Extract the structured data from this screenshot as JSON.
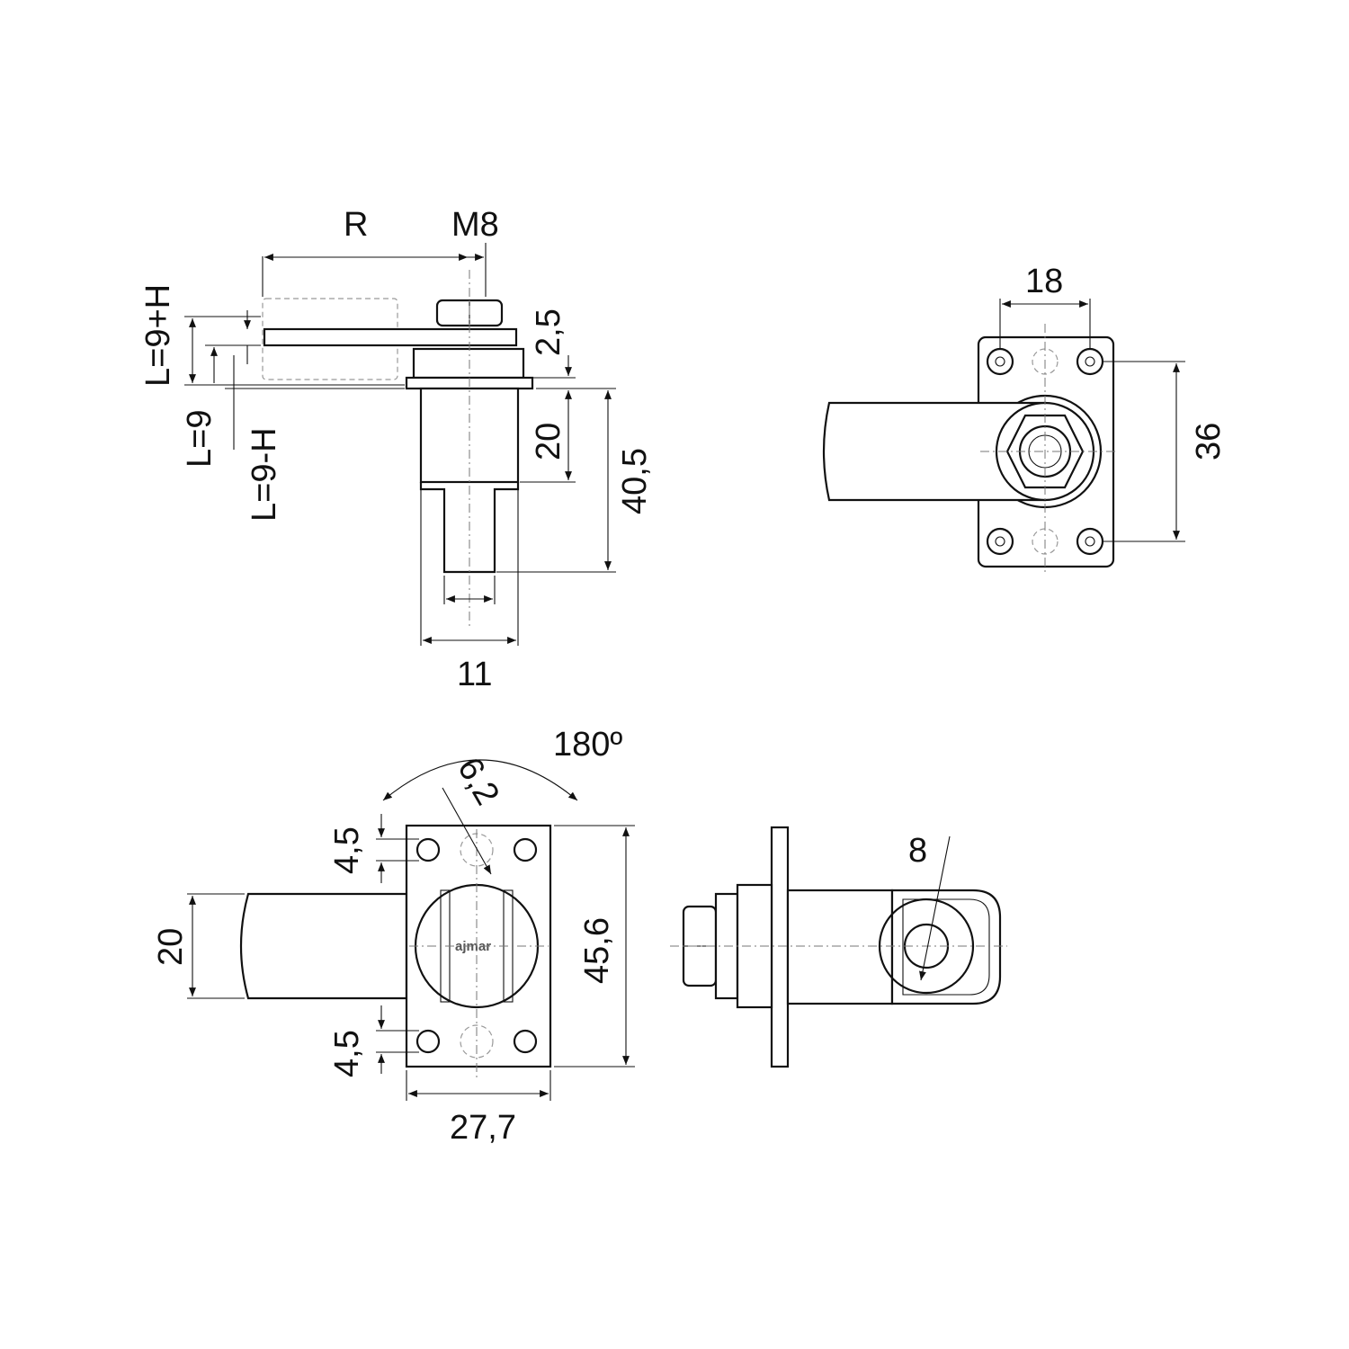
{
  "dimensions": {
    "R": "R",
    "M8": "M8",
    "L_plus": "L=9+H",
    "L": "L=9",
    "L_minus": "L=9-H",
    "d2_5": "2,5",
    "d20_side": "20",
    "d40_5": "40,5",
    "d11": "11",
    "d18": "18",
    "d36": "36",
    "d180": "180º",
    "d6_2": "6,2",
    "d4_5_top": "4,5",
    "d4_5_bottom": "4,5",
    "d20_front": "20",
    "d45_6": "45,6",
    "d27_7": "27,7",
    "d8": "8"
  },
  "logo": "ajmar"
}
